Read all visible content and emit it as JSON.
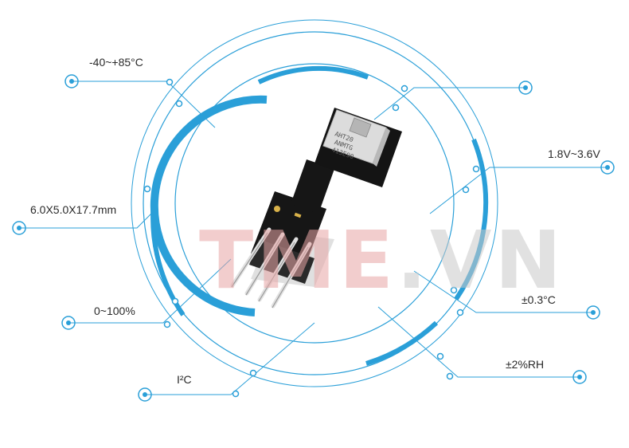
{
  "specs": {
    "temp_range": "-40~+85°C",
    "dimensions": "6.0X5.0X17.7mm",
    "humidity_range": "0~100%",
    "interface": "I²C",
    "voltage": "1.8V~3.6V",
    "temp_accuracy": "±0.3°C",
    "humidity_accuracy": "±2%RH"
  },
  "chip": {
    "line1": "AHT20",
    "line2": "ANMTG",
    "line3": "413E90"
  },
  "watermark": {
    "part1": "TME",
    "part2": ".VN"
  },
  "colors": {
    "accent": "#2a9fd8",
    "pcb": "#1a1a1a",
    "sensor_body": "#dcdcdc"
  }
}
